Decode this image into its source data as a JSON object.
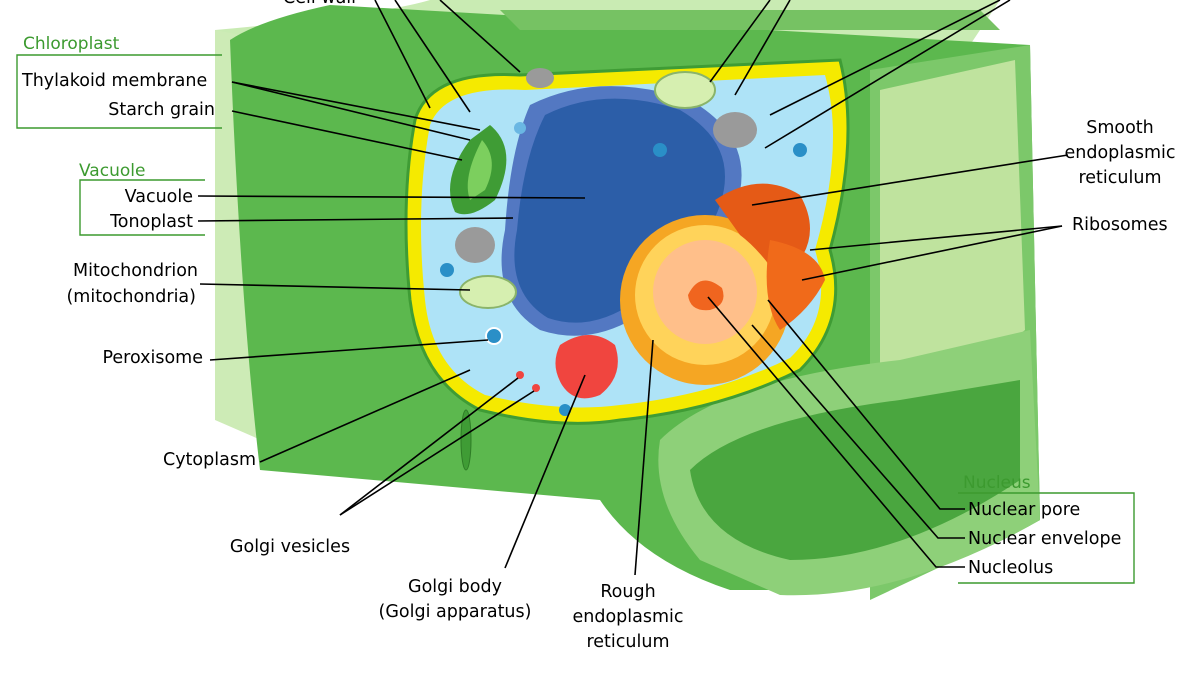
{
  "colors": {
    "wall_dark": "#3f9c35",
    "wall_mid": "#5cb84e",
    "wall_light": "#a9d98a",
    "membrane": "#f5ea00",
    "cytoplasm": "#aee3f7",
    "vacuole": "#2c5ea8",
    "nucleus": "#f5a623",
    "golgi": "#f0453f",
    "group_header": "#3c9a2f"
  },
  "labels": {
    "cell_wall_cropped": "Cell wall",
    "chloroplast_header": "Chloroplast",
    "thylakoid": "Thylakoid membrane",
    "starch": "Starch grain",
    "vacuole_header": "Vacuole",
    "vacuole": "Vacuole",
    "tonoplast": "Tonoplast",
    "mito_1": "Mitochondrion",
    "mito_2": "(mitochondria)",
    "peroxisome": "Peroxisome",
    "cytoplasm": "Cytoplasm",
    "golgi_vesicles": "Golgi vesicles",
    "golgi_body_1": "Golgi body",
    "golgi_body_2": "(Golgi apparatus)",
    "rough_er_1": "Rough",
    "rough_er_2": "endoplasmic",
    "rough_er_3": "reticulum",
    "smooth_er_1": "Smooth",
    "smooth_er_2": "endoplasmic",
    "smooth_er_3": "reticulum",
    "ribosomes": "Ribosomes",
    "nucleus_header": "Nucleus",
    "nuclear_pore": "Nuclear pore",
    "nuclear_envelope": "Nuclear envelope",
    "nucleolus": "Nucleolus"
  }
}
